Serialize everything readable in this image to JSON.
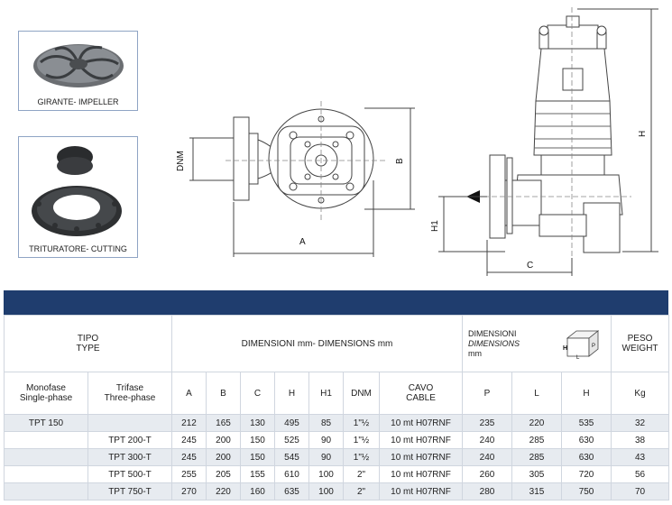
{
  "photos": {
    "impeller_caption": "GIRANTE- IMPELLER",
    "cutting_caption": "TRITURATORE- CUTTING"
  },
  "drawing": {
    "dnm": "DNM",
    "a": "A",
    "b": "B",
    "c": "C",
    "h": "H",
    "h1": "H1"
  },
  "table": {
    "tipo": "TIPO",
    "type": "TYPE",
    "dimensions": "DIMENSIONI mm- DIMENSIONS mm",
    "packaging_line1": "DIMENSIONI",
    "packaging_line2": "DIMENSIONS",
    "packaging_line3": "mm",
    "box_h": "H",
    "box_l": "L",
    "box_p": "P",
    "peso": "PESO",
    "weight": "WEIGHT",
    "col_monofase": "Monofase",
    "col_single": "Single-phase",
    "col_trifase": "Trifase",
    "col_three": "Three-phase",
    "col_a": "A",
    "col_b": "B",
    "col_c": "C",
    "col_h": "H",
    "col_h1": "H1",
    "col_dnm": "DNM",
    "col_cavo": "CAVO",
    "col_cable": "CABLE",
    "col_p": "P",
    "col_l": "L",
    "col_hh": "H",
    "col_kg": "Kg",
    "rows": [
      {
        "mono": "TPT 150",
        "tri": "",
        "a": "212",
        "b": "165",
        "c": "130",
        "h": "495",
        "h1": "85",
        "dnm": "1\"½",
        "cable": "10 mt H07RNF",
        "p": "235",
        "l": "220",
        "hh": "535",
        "kg": "32"
      },
      {
        "mono": "",
        "tri": "TPT 200-T",
        "a": "245",
        "b": "200",
        "c": "150",
        "h": "525",
        "h1": "90",
        "dnm": "1\"½",
        "cable": "10 mt H07RNF",
        "p": "240",
        "l": "285",
        "hh": "630",
        "kg": "38"
      },
      {
        "mono": "",
        "tri": "TPT 300-T",
        "a": "245",
        "b": "200",
        "c": "150",
        "h": "545",
        "h1": "90",
        "dnm": "1\"½",
        "cable": "10 mt H07RNF",
        "p": "240",
        "l": "285",
        "hh": "630",
        "kg": "43"
      },
      {
        "mono": "",
        "tri": "TPT 500-T",
        "a": "255",
        "b": "205",
        "c": "155",
        "h": "610",
        "h1": "100",
        "dnm": "2\"",
        "cable": "10 mt H07RNF",
        "p": "260",
        "l": "305",
        "hh": "720",
        "kg": "56"
      },
      {
        "mono": "",
        "tri": "TPT 750-T",
        "a": "270",
        "b": "220",
        "c": "160",
        "h": "635",
        "h1": "100",
        "dnm": "2\"",
        "cable": "10 mt H07RNF",
        "p": "280",
        "l": "315",
        "hh": "750",
        "kg": "70"
      }
    ]
  }
}
